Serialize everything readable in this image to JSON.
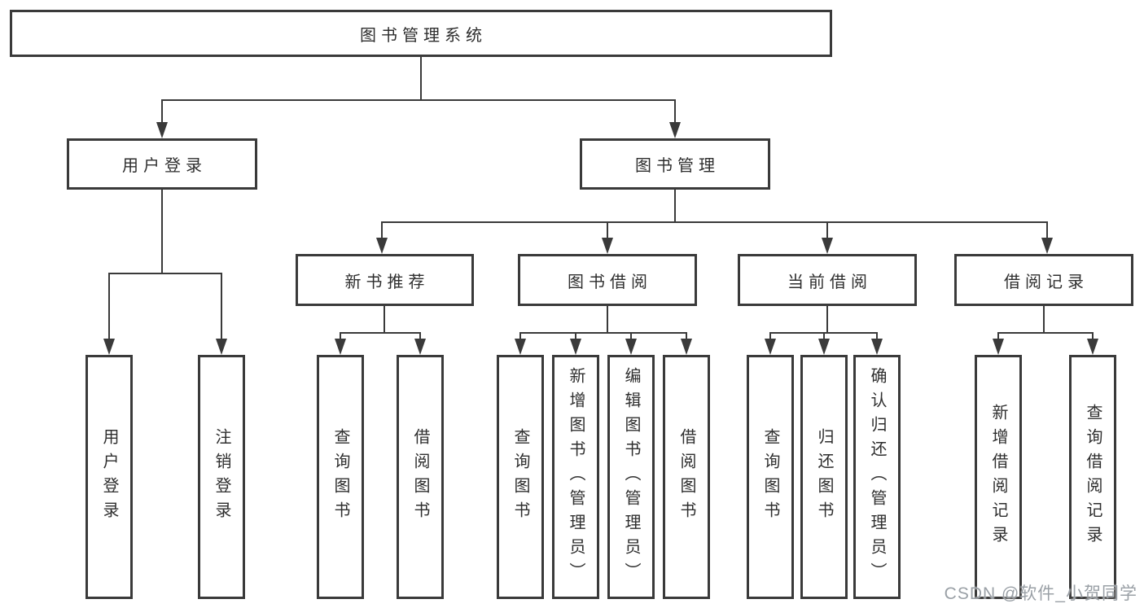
{
  "tree": {
    "label": "图书管理系统",
    "children": [
      {
        "label": "用户登录",
        "children": [
          {
            "label": "用户登录"
          },
          {
            "label": "注销登录"
          }
        ]
      },
      {
        "label": "图书管理",
        "children": [
          {
            "label": "新书推荐",
            "children": [
              {
                "label": "查询图书"
              },
              {
                "label": "借阅图书"
              }
            ]
          },
          {
            "label": "图书借阅",
            "children": [
              {
                "label": "查询图书"
              },
              {
                "label": "新增图书（管理员）"
              },
              {
                "label": "编辑图书（管理员）"
              },
              {
                "label": "借阅图书"
              }
            ]
          },
          {
            "label": "当前借阅",
            "children": [
              {
                "label": "查询图书"
              },
              {
                "label": "归还图书"
              },
              {
                "label": "确认归还（管理员）"
              }
            ]
          },
          {
            "label": "借阅记录",
            "children": [
              {
                "label": "新增借阅记录"
              },
              {
                "label": "查询借阅记录"
              }
            ]
          }
        ]
      }
    ]
  },
  "watermark": {
    "text": "CSDN @软件_小贺同学"
  },
  "colors": {
    "line": "#3a3a3a",
    "text": "#2e2e2e",
    "watermark": "#9aa0a6",
    "background": "#ffffff"
  }
}
